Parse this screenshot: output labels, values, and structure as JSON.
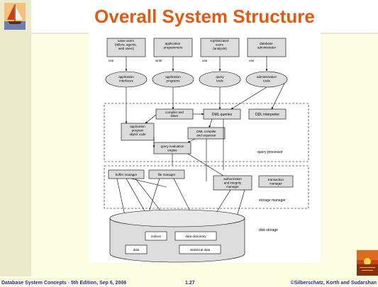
{
  "slide": {
    "title": "Overall System Structure",
    "footer_left": "Database System Concepts - 5th Edition, Sep 6, 2006",
    "footer_center": "1.27",
    "footer_right": "©Silberschatz, Korth and Sudarshan"
  },
  "users": [
    {
      "label": "naive users (tellers, agents, web users)",
      "action": "use"
    },
    {
      "label": "application programmers",
      "action": "write"
    },
    {
      "label": "sophisticated users (analysts)",
      "action": "use"
    },
    {
      "label": "database administrator",
      "action": "use"
    }
  ],
  "interfaces": [
    "application interfaces",
    "application programs",
    "query tools",
    "administration tools"
  ],
  "query_processor": {
    "label": "query processor",
    "compiler_linker": "compiler and linker",
    "dml_queries": "DML queries",
    "ddl_interpreter": "DDL interpreter",
    "app_object_code": "application program object code",
    "dml_compiler": "DML compiler and organizer",
    "query_engine": "query evaluation engine"
  },
  "storage_manager": {
    "label": "storage manager",
    "buffer_manager": "buffer manager",
    "file_manager": "file manager",
    "auth_manager": "authorization and integrity manager",
    "transaction_manager": "transaction manager"
  },
  "disk_storage": {
    "label": "disk storage",
    "indices": "indices",
    "data_dictionary": "data dictionary",
    "data": "data",
    "statistical_data": "statistical data"
  },
  "colors": {
    "title": "#e25a12",
    "footer": "#2c2c9c",
    "background": "#fdfde2",
    "band": "#ebebcb"
  },
  "icons": {
    "top_left": "sailboat-icon",
    "bottom_right": "sunset-icon"
  }
}
